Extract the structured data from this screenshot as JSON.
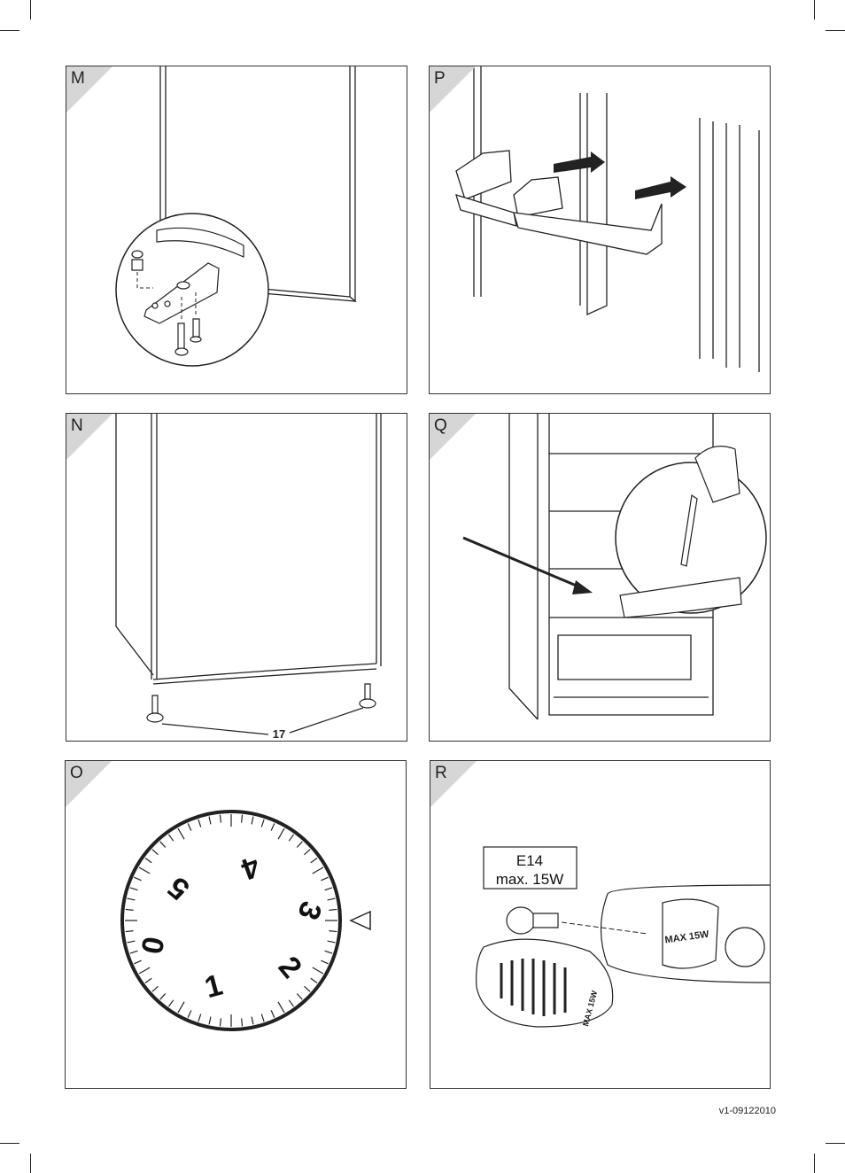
{
  "panels": {
    "m": {
      "label": "M"
    },
    "p": {
      "label": "P"
    },
    "n": {
      "label": "N",
      "callout": "17"
    },
    "q": {
      "label": "Q"
    },
    "o": {
      "label": "O",
      "dial_numbers": [
        "0",
        "1",
        "2",
        "3",
        "4",
        "5"
      ]
    },
    "r": {
      "label": "R",
      "bulb_label_line1": "E14",
      "bulb_label_line2": "max. 15W",
      "housing_text": "MAX 15W",
      "cover_text": "MAX 15W"
    }
  },
  "footer": {
    "version": "v1-09122010"
  }
}
